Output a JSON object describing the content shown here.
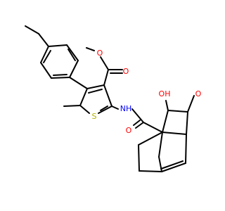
{
  "molecule": {
    "atom_labels": {
      "ester_o_upper": "O",
      "ester_o_lower": "O",
      "amide_nh": "NH",
      "amide_o": "O",
      "acid_oh": "OH",
      "acid_o": "O",
      "thiophene_s": "S"
    },
    "colors": {
      "oxygen": "#ff0000",
      "nitrogen": "#0000ff",
      "sulfur": "#b2b200",
      "bond": "#000000",
      "background": "#ffffff"
    }
  }
}
